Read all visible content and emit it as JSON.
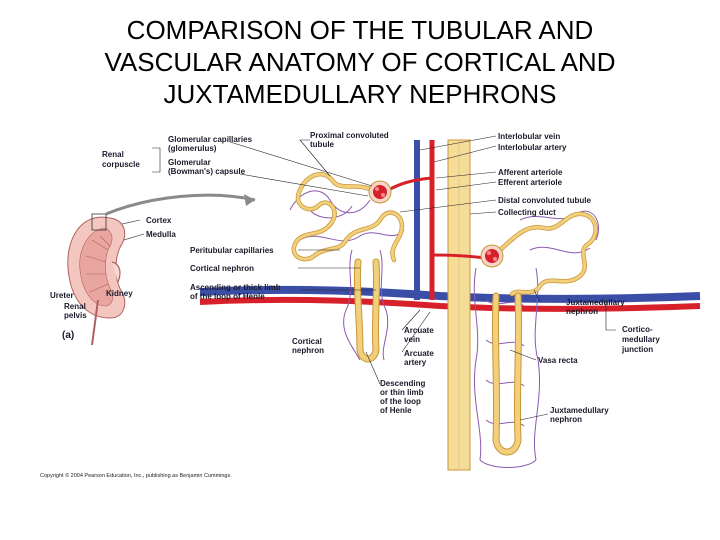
{
  "title": {
    "line1": "COMPARISON OF THE TUBULAR AND",
    "line2": "VASCULAR ANATOMY OF CORTICAL AND",
    "line3": "JUXTAMEDULLARY NEPHRONS"
  },
  "labels": {
    "renal_corpuscle_1": "Renal",
    "renal_corpuscle_2": "corpuscle",
    "glom_cap_1": "Glomerular capillaries",
    "glom_cap_2": "(glomerulus)",
    "glom_caps_1": "Glomerular",
    "glom_caps_2": "(Bowman's) capsule",
    "pct_1": "Proximal convoluted",
    "pct_2": "tubule",
    "interlobular_vein": "Interlobular vein",
    "interlobular_artery": "Interlobular artery",
    "afferent": "Afferent arteriole",
    "efferent": "Efferent arteriole",
    "dct": "Distal convoluted tubule",
    "collecting_duct": "Collecting duct",
    "cortex": "Cortex",
    "medulla": "Medulla",
    "peritubular": "Peritubular capillaries",
    "cortical_nephron": "Cortical nephron",
    "asc_1": "Ascending or thick limb",
    "asc_2": "of the loop of Henle",
    "ureter": "Ureter",
    "kidney": "Kidney",
    "renal_pelvis_1": "Renal",
    "renal_pelvis_2": "pelvis",
    "panel": "(a)",
    "jm_nephron_1": "Juxtamedullary",
    "jm_nephron_2": "nephron",
    "cm_1": "Cortico-",
    "cm_2": "medullary",
    "cm_3": "junction",
    "arcuate_vein_1": "Arcuate",
    "arcuate_vein_2": "vein",
    "arcuate_artery_1": "Arcuate",
    "arcuate_artery_2": "artery",
    "cortical_nephron2_1": "Cortical",
    "cortical_nephron2_2": "nephron",
    "desc_1": "Descending",
    "desc_2": "or thin limb",
    "desc_3": "of the loop",
    "desc_4": "of Henle",
    "vasa_recta": "Vasa recta",
    "jm_nephron_b_1": "Juxtamedullary",
    "jm_nephron_b_2": "nephron",
    "credit": "Copyright © 2004 Pearson Education, Inc., publishing as Benjamin Cummings."
  },
  "colors": {
    "artery": "#d8202a",
    "vein": "#3a4ea8",
    "tubule": "#f2cf7a",
    "tubule_edge": "#c8963a",
    "capillary": "#8a5ab0",
    "duct": "#f4dd98"
  }
}
